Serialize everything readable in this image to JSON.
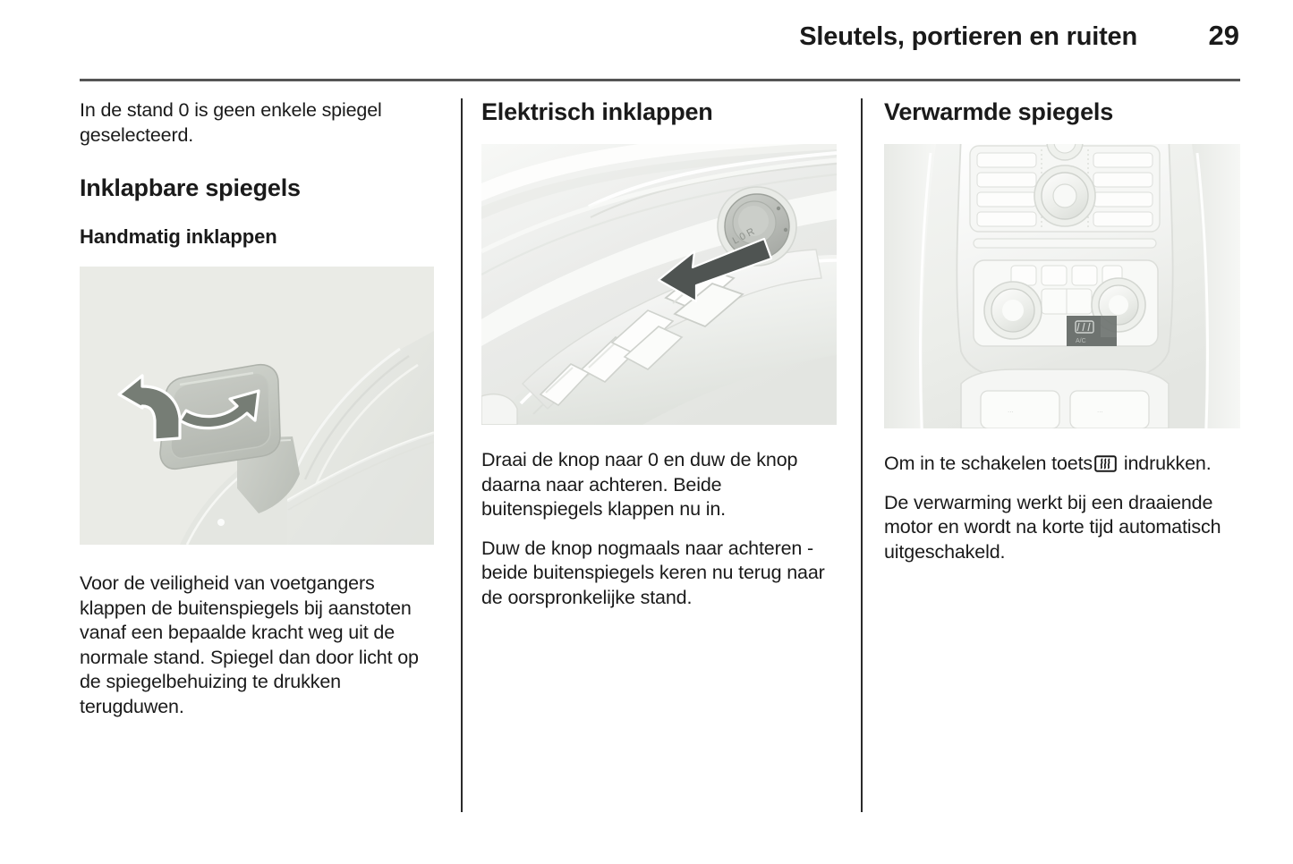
{
  "header": {
    "title": "Sleutels, portieren en ruiten",
    "page_number": "29"
  },
  "columns": {
    "left": {
      "intro_paragraph": "In de stand 0 is geen enkele spiegel geselecteerd.",
      "section_title": "Inklapbare spiegels",
      "subsection_title": "Handmatig inklappen",
      "figure": {
        "name": "manual-folding-mirror-illustration",
        "description": "Buitenspiegel met pijlen die de inklaprichting aangeven",
        "background_color": "#eaebe6",
        "arrow_color": "#7a8079"
      },
      "body_paragraph": "Voor de veiligheid van voetgangers klappen de buitenspiegels bij aanstoten vanaf een bepaalde kracht weg uit de normale stand. Spiegel dan door licht op de spiegelbehuizing te drukken terugduwen."
    },
    "middle": {
      "section_title": "Elektrisch inklappen",
      "figure": {
        "name": "door-switch-panel-illustration",
        "description": "Portierbedieningspaneel met raamschakelaars, spiegelknop en zwarte pijl",
        "background_color": "#f2f3f1",
        "arrow_color": "#4a4f4d"
      },
      "paragraph_1": "Draai de knop naar 0 en duw de knop daarna naar achteren. Beide buitenspiegels klappen nu in.",
      "paragraph_2": "Duw de knop nogmaals naar achteren - beide buitenspiegels keren nu terug naar de oorspronkelijke stand."
    },
    "right": {
      "section_title": "Verwarmde spiegels",
      "figure": {
        "name": "center-console-illustration",
        "description": "Middenconsole met klimaatregeling en gemarkeerde toets",
        "background_color": "#f0f1ef",
        "highlight_color": "#6e7370"
      },
      "paragraph_1_before_icon": "Om in te schakelen toets",
      "icon_name": "heated-mirror-icon",
      "paragraph_1_after_icon": "indrukken.",
      "paragraph_2": "De verwarming werkt bij een draaiende motor en wordt na korte tijd automatisch uitgeschakeld."
    }
  }
}
